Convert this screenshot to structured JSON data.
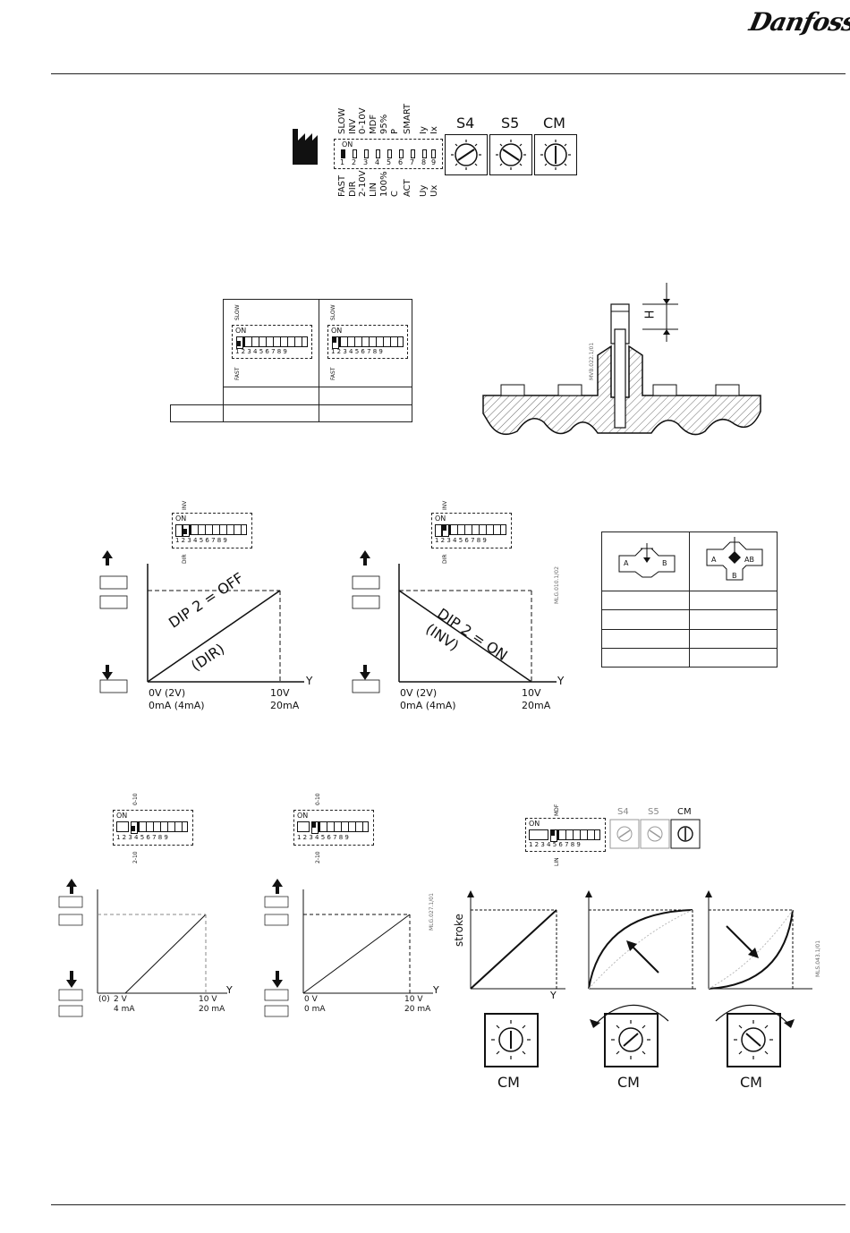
{
  "brand": {
    "logo_text": "Danfoss"
  },
  "top_panel": {
    "top_labels": [
      "SLOW",
      "INV",
      "0-10V",
      "MDF",
      "95%",
      "P",
      "SMART",
      "Iy",
      "Ix"
    ],
    "bottom_labels": [
      "FAST",
      "DIR",
      "2-10V",
      "LIN",
      "100%",
      "C",
      "ACT",
      "Uy",
      "Ux"
    ],
    "on_label": "ON",
    "numbers": [
      "1",
      "2",
      "3",
      "4",
      "5",
      "6",
      "7",
      "8",
      "9"
    ],
    "switch_labels": [
      "S4",
      "S5",
      "CM"
    ]
  },
  "speed_table": {
    "col1": {
      "top": "SLOW",
      "on": "ON",
      "bottom": "FAST",
      "numbers": "1 2 3 4 5 6 7 8 9"
    },
    "col2": {
      "top": "SLOW",
      "on": "ON",
      "bottom": "FAST",
      "numbers": "1 2 3 4 5 6 7 8 9"
    }
  },
  "stroke_drawing": {
    "h_label": "H",
    "ref_code": "MVB.022.1/01"
  },
  "dir_diagram": {
    "top_label": "INV",
    "bottom_label": "DIR",
    "on": "ON",
    "numbers": "1 2 3 4 5 6 7 8 9",
    "line_text": "DIP 2 = OFF",
    "line_sub": "(DIR)",
    "x_left": "0V (2V)",
    "x_left2": "0mA (4mA)",
    "x_right": "10V",
    "x_right2": "20mA",
    "axis": "Y"
  },
  "inv_diagram": {
    "top_label": "INV",
    "bottom_label": "DIR",
    "on": "ON",
    "numbers": "1 2 3 4 5 6 7 8 9",
    "line_text": "DIP 2 = ON",
    "line_sub": "(INV)",
    "x_left": "0V (2V)",
    "x_left2": "0mA (4mA)",
    "x_right": "10V",
    "x_right2": "20mA",
    "axis": "Y",
    "ref_code": "MLG.010.1/02"
  },
  "valve_table": {
    "valve1_a": "A",
    "valve1_b": "B",
    "valve2_a": "A",
    "valve2_ab": "AB",
    "valve2_b": "B"
  },
  "range_left": {
    "top_label": "0-10",
    "bottom_label": "2-10",
    "on": "ON",
    "numbers": "1 2 3 4 5 6 7 8 9",
    "x_left_prefix": "(0)",
    "x_left": "2 V",
    "x_left2": "4 mA",
    "x_right": "10 V",
    "x_right2": "20 mA",
    "axis": "Y"
  },
  "range_right": {
    "top_label": "0-10",
    "bottom_label": "2-10",
    "on": "ON",
    "numbers": "1 2 3 4 5 6 7 8 9",
    "x_left": "0 V",
    "x_left2": "0 mA",
    "x_right": "10 V",
    "x_right2": "20 mA",
    "axis": "Y",
    "ref_code": "MLG.027.1/01"
  },
  "characteristic": {
    "top_label": "MDF",
    "bottom_label": "LIN",
    "on": "ON",
    "numbers": "1 2 3 4 5 6 7 8 9",
    "switches": [
      "S4",
      "S5",
      "CM"
    ],
    "ylabel": "stroke",
    "xlabel": "Y",
    "ref_code": "MLS.043.1/01",
    "cm_labels": [
      "CM",
      "CM",
      "CM"
    ]
  }
}
